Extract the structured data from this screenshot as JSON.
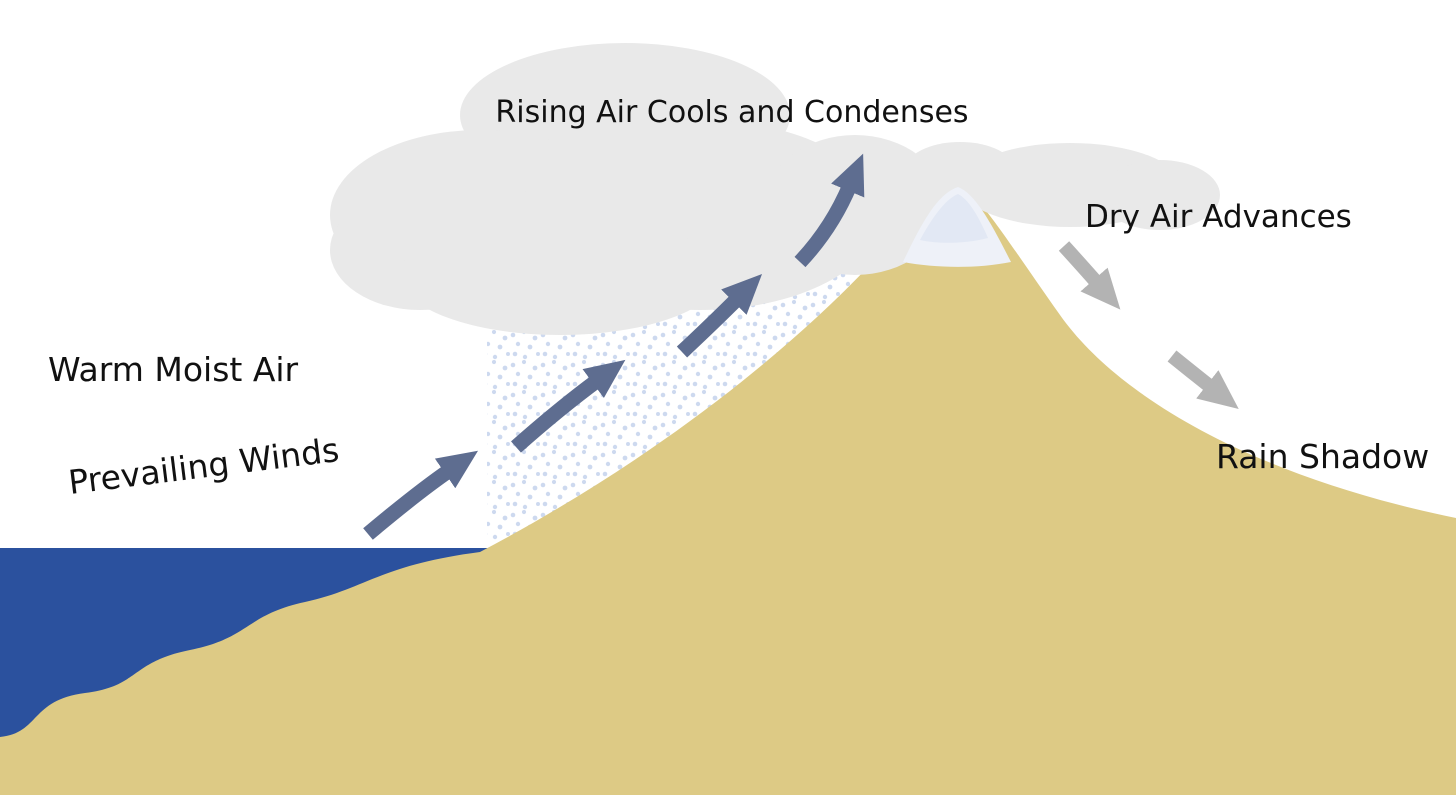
{
  "title": "Rain Shadow Effect Diagram",
  "labels": {
    "rising": "Rising Air Cools and Condenses",
    "warm": "Warm Moist Air",
    "prevailing": "Prevailing Winds",
    "dry": "Dry Air Advances",
    "rain_shadow": "Rain Shadow"
  },
  "colors": {
    "background": "#ffffff",
    "ocean": "#2b519e",
    "land": "#ddca85",
    "cloud": "#e9e9e9",
    "snow": "#eef1f8",
    "snow_shade": "#dfe6f2",
    "rain_dots": "#c8d5ee",
    "updraft_arrow": "#5e6d90",
    "downdraft_arrow": "#b3b3b3",
    "text": "#111111"
  }
}
